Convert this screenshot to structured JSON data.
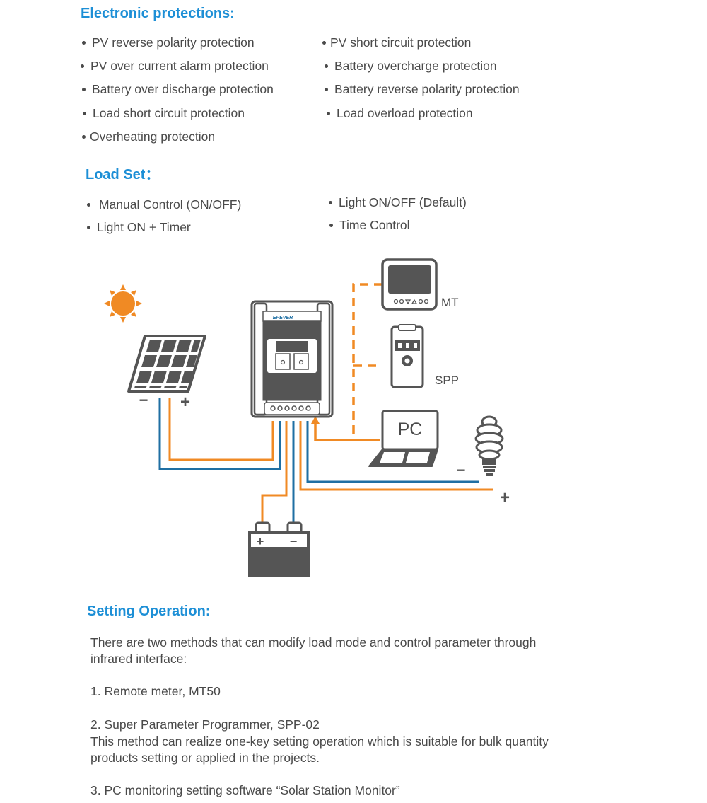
{
  "electronic": {
    "heading": "Electronic protections:",
    "left": [
      "PV reverse polarity protection",
      "PV over current alarm protection",
      "Battery over discharge protection",
      "Load short circuit protection",
      "Overheating protection"
    ],
    "right": [
      "PV short circuit protection",
      "Battery overcharge protection",
      "Battery reverse polarity protection",
      "Load overload protection"
    ]
  },
  "load_set": {
    "heading": "Load Set：",
    "left": [
      "Manual Control  (ON/OFF)",
      "Light ON + Timer"
    ],
    "right": [
      "Light ON/OFF  (Default)",
      "Time Control"
    ]
  },
  "diagram": {
    "brand": "EPEVER",
    "mt_label": "MT",
    "spp_label": "SPP",
    "pc_label": "PC",
    "pv_minus": "−",
    "pv_plus": "+",
    "bat_plus": "+",
    "bat_minus": "−",
    "load_minus": "−",
    "load_plus": "+",
    "colors": {
      "orange": "#f08a24",
      "blue": "#1f6fa3",
      "gray": "#555555"
    }
  },
  "setting": {
    "heading": "Setting Operation:",
    "intro_1": "There are two methods that can modify load mode and control parameter through",
    "intro_2": "infrared interface:",
    "item1": "1.  Remote meter, MT50",
    "item2": "2.  Super Parameter Programmer, SPP-02",
    "item2_desc_1": "This method can realize one-key setting operation which is suitable for bulk quantity",
    "item2_desc_2": "products setting or applied in the projects.",
    "item3": "3.  PC monitoring setting software “Solar Station Monitor”"
  }
}
